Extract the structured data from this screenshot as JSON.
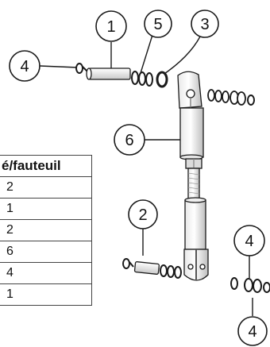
{
  "callouts": {
    "c1": "1",
    "c5": "5",
    "c3": "3",
    "c4a": "4",
    "c6": "6",
    "c2": "2",
    "c4b": "4",
    "c4c": "4"
  },
  "table": {
    "header": "é/fauteuil",
    "rows": [
      "2",
      "1",
      "2",
      "6",
      "4",
      "1"
    ]
  },
  "colors": {
    "line": "#1a1a1a",
    "part_fill": "#ffffff",
    "shade": "#cfcfcf"
  }
}
